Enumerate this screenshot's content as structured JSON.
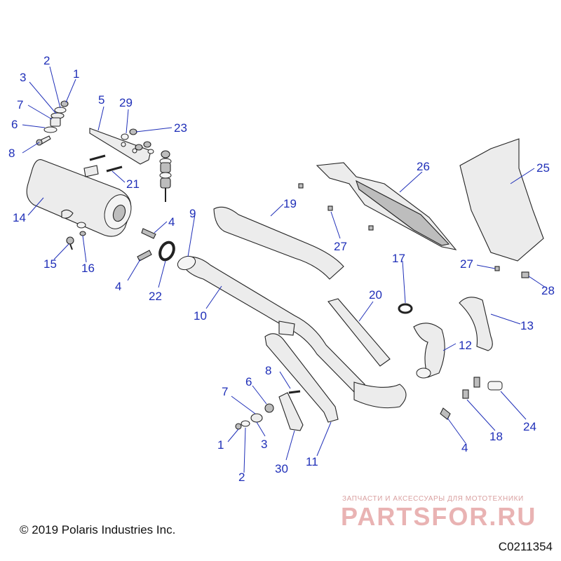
{
  "callouts": {
    "c1a": "1",
    "c2a": "2",
    "c3a": "3",
    "c7a": "7",
    "c6a": "6",
    "c8a": "8",
    "c5": "5",
    "c29": "29",
    "c23": "23",
    "c21": "21",
    "c14": "14",
    "c15": "15",
    "c16": "16",
    "c4a": "4",
    "c4b": "4",
    "c9": "9",
    "c22": "22",
    "c10": "10",
    "c19": "19",
    "c27a": "27",
    "c26": "26",
    "c25": "25",
    "c17": "17",
    "c27b": "27",
    "c28": "28",
    "c20": "20",
    "c13": "13",
    "c12": "12",
    "c8b": "8",
    "c7b": "7",
    "c6b": "6",
    "c1b": "1",
    "c3b": "3",
    "c2b": "2",
    "c30": "30",
    "c11": "11",
    "c18": "18",
    "c24": "24",
    "c4c": "4"
  },
  "footer": {
    "copyright": "© 2019 Polaris Industries Inc.",
    "code": "C0211354"
  },
  "watermark": {
    "tagline": "ЗАПЧАСТИ И АКСЕССУАРЫ ДЛЯ МОТОТЕХНИКИ",
    "brand": "PARTSFOR.RU"
  },
  "colors": {
    "callout": "#1f2fb8",
    "outline": "#222222",
    "part_fill": "#ececec",
    "watermark": "#e9b3b3"
  }
}
